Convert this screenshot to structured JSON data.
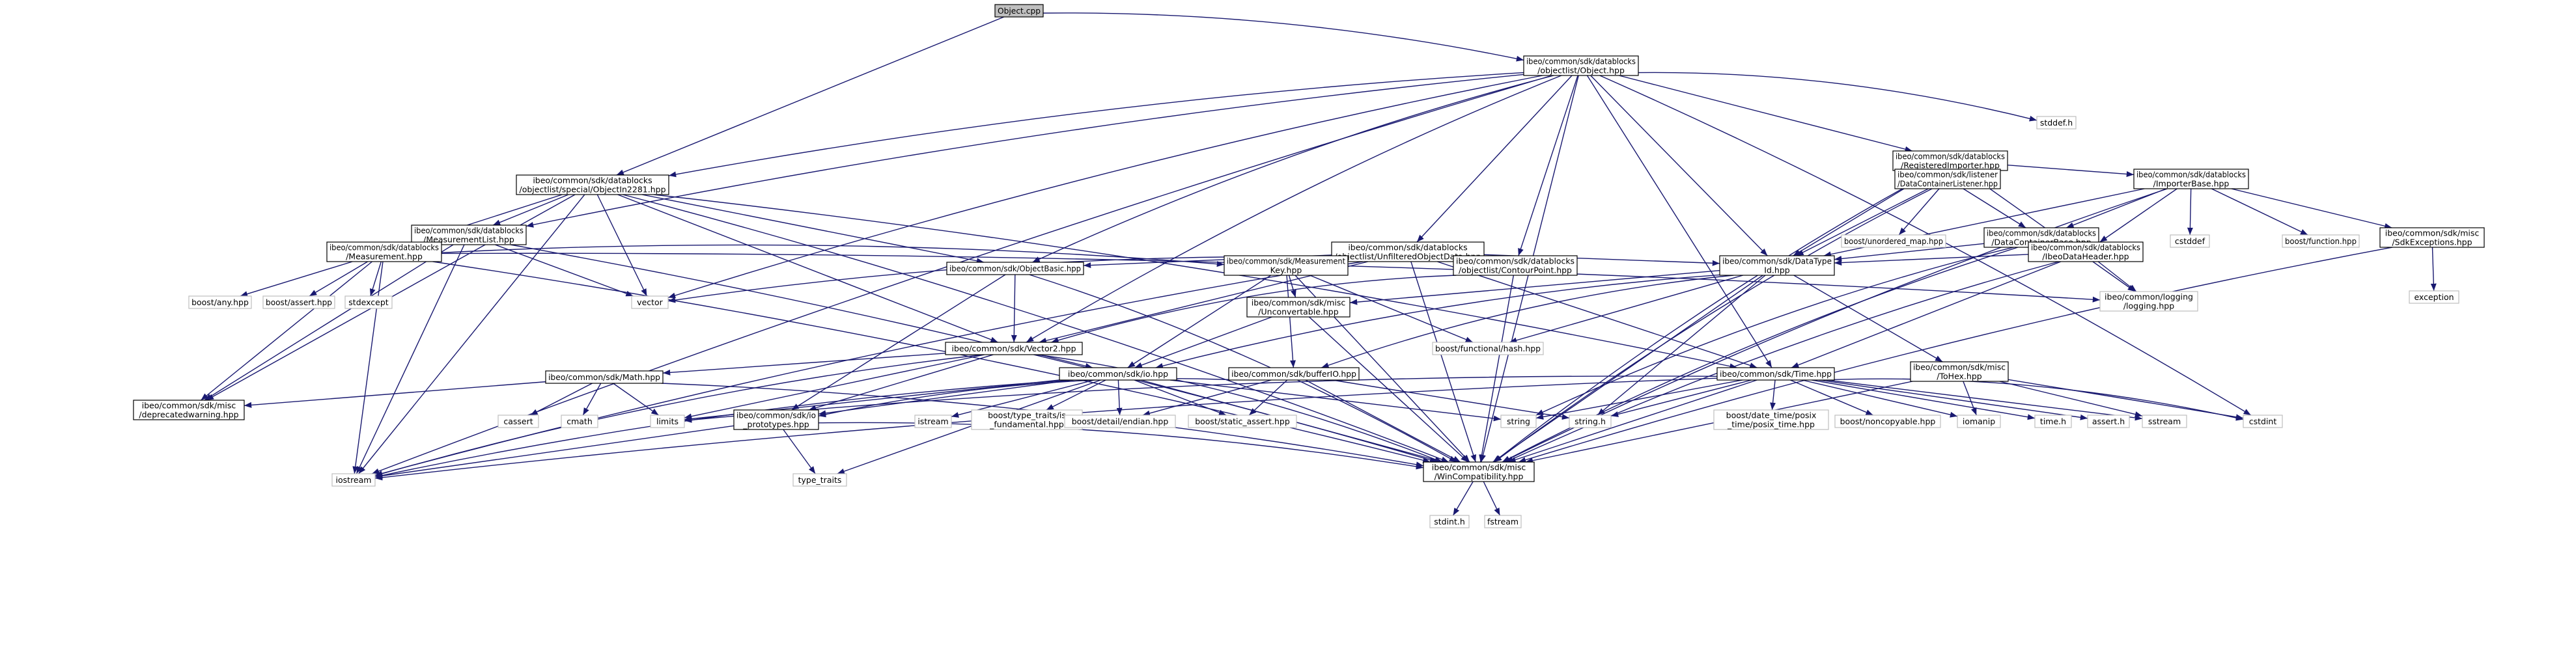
{
  "graph": {
    "colors": {
      "edge": "#191970",
      "main_fill": "#bfbfbf",
      "node_border": "#000000",
      "ext_border": "#bfbfbf",
      "background": "#ffffff"
    },
    "nodes": [
      {
        "id": "object_cpp",
        "lines": [
          "Object.cpp"
        ],
        "kind": "main"
      },
      {
        "id": "object_hpp",
        "lines": [
          "ibeo/common/sdk/datablocks",
          "/objectlist/Object.hpp"
        ],
        "kind": "normal"
      },
      {
        "id": "stddef_h",
        "lines": [
          "stddef.h"
        ],
        "kind": "ext"
      },
      {
        "id": "registered_importer",
        "lines": [
          "ibeo/common/sdk/datablocks",
          "/RegisteredImporter.hpp"
        ],
        "kind": "normal"
      },
      {
        "id": "objectin2281",
        "lines": [
          "ibeo/common/sdk/datablocks",
          "/objectlist/special/ObjectIn2281.hpp"
        ],
        "kind": "normal"
      },
      {
        "id": "dc_listener",
        "lines": [
          "ibeo/common/sdk/listener",
          "/DataContainerListener.hpp"
        ],
        "kind": "normal"
      },
      {
        "id": "importer_base",
        "lines": [
          "ibeo/common/sdk/datablocks",
          "/ImporterBase.hpp"
        ],
        "kind": "normal"
      },
      {
        "id": "measurement_list",
        "lines": [
          "ibeo/common/sdk/datablocks",
          "/MeasurementList.hpp"
        ],
        "kind": "normal"
      },
      {
        "id": "unordered_map",
        "lines": [
          "boost/unordered_map.hpp"
        ],
        "kind": "ext"
      },
      {
        "id": "dc_base",
        "lines": [
          "ibeo/common/sdk/datablocks",
          "/DataContainerBase.hpp"
        ],
        "kind": "normal"
      },
      {
        "id": "cstddef",
        "lines": [
          "cstddef"
        ],
        "kind": "ext"
      },
      {
        "id": "boost_function",
        "lines": [
          "boost/function.hpp"
        ],
        "kind": "ext"
      },
      {
        "id": "sdk_exceptions",
        "lines": [
          "ibeo/common/sdk/misc",
          "/SdkExceptions.hpp"
        ],
        "kind": "normal"
      },
      {
        "id": "measurement",
        "lines": [
          "ibeo/common/sdk/datablocks",
          "/Measurement.hpp"
        ],
        "kind": "normal"
      },
      {
        "id": "unfiltered_object_data",
        "lines": [
          "ibeo/common/sdk/datablocks",
          "/objectlist/UnfilteredObjectData.hpp"
        ],
        "kind": "normal"
      },
      {
        "id": "ibeo_data_header",
        "lines": [
          "ibeo/common/sdk/datablocks",
          "/IbeoDataHeader.hpp"
        ],
        "kind": "normal"
      },
      {
        "id": "exception",
        "lines": [
          "exception"
        ],
        "kind": "ext"
      },
      {
        "id": "vector",
        "lines": [
          "vector"
        ],
        "kind": "ext"
      },
      {
        "id": "contour_point",
        "lines": [
          "ibeo/common/sdk/datablocks",
          "/objectlist/ContourPoint.hpp"
        ],
        "kind": "normal"
      },
      {
        "id": "datatype_id",
        "lines": [
          "ibeo/common/sdk/DataType",
          "Id.hpp"
        ],
        "kind": "normal"
      },
      {
        "id": "logging",
        "lines": [
          "ibeo/common/logging",
          "/logging.hpp"
        ],
        "kind": "ext"
      },
      {
        "id": "boost_any",
        "lines": [
          "boost/any.hpp"
        ],
        "kind": "ext"
      },
      {
        "id": "boost_assert",
        "lines": [
          "boost/assert.hpp"
        ],
        "kind": "ext"
      },
      {
        "id": "stdexcept",
        "lines": [
          "stdexcept"
        ],
        "kind": "ext"
      },
      {
        "id": "object_basic",
        "lines": [
          "ibeo/common/sdk/ObjectBasic.hpp"
        ],
        "kind": "normal"
      },
      {
        "id": "measurement_key",
        "lines": [
          "ibeo/common/sdk/Measurement",
          "Key.hpp"
        ],
        "kind": "normal"
      },
      {
        "id": "vector2",
        "lines": [
          "ibeo/common/sdk/Vector2.hpp"
        ],
        "kind": "normal"
      },
      {
        "id": "unconvertable",
        "lines": [
          "ibeo/common/sdk/misc",
          "/Unconvertable.hpp"
        ],
        "kind": "normal"
      },
      {
        "id": "functional_hash",
        "lines": [
          "boost/functional/hash.hpp"
        ],
        "kind": "ext"
      },
      {
        "id": "math_hpp",
        "lines": [
          "ibeo/common/sdk/Math.hpp"
        ],
        "kind": "normal"
      },
      {
        "id": "io_hpp",
        "lines": [
          "ibeo/common/sdk/io.hpp"
        ],
        "kind": "normal"
      },
      {
        "id": "buffer_io",
        "lines": [
          "ibeo/common/sdk/bufferIO.hpp"
        ],
        "kind": "normal"
      },
      {
        "id": "time_hpp",
        "lines": [
          "ibeo/common/sdk/Time.hpp"
        ],
        "kind": "normal"
      },
      {
        "id": "tohex",
        "lines": [
          "ibeo/common/sdk/misc",
          "/ToHex.hpp"
        ],
        "kind": "normal"
      },
      {
        "id": "cstdint",
        "lines": [
          "cstdint"
        ],
        "kind": "ext"
      },
      {
        "id": "deprecated_warning",
        "lines": [
          "ibeo/common/sdk/misc",
          "/deprecatedwarning.hpp"
        ],
        "kind": "normal"
      },
      {
        "id": "cassert",
        "lines": [
          "cassert"
        ],
        "kind": "ext"
      },
      {
        "id": "cmath",
        "lines": [
          "cmath"
        ],
        "kind": "ext"
      },
      {
        "id": "limits",
        "lines": [
          "limits"
        ],
        "kind": "ext"
      },
      {
        "id": "io_prototypes",
        "lines": [
          "ibeo/common/sdk/io",
          "_prototypes.hpp"
        ],
        "kind": "normal"
      },
      {
        "id": "istream",
        "lines": [
          "istream"
        ],
        "kind": "ext"
      },
      {
        "id": "is_fundamental",
        "lines": [
          "boost/type_traits/is",
          "_fundamental.hpp"
        ],
        "kind": "ext"
      },
      {
        "id": "detail_endian",
        "lines": [
          "boost/detail/endian.hpp"
        ],
        "kind": "ext"
      },
      {
        "id": "static_assert",
        "lines": [
          "boost/static_assert.hpp"
        ],
        "kind": "ext"
      },
      {
        "id": "string",
        "lines": [
          "string"
        ],
        "kind": "ext"
      },
      {
        "id": "string_h",
        "lines": [
          "string.h"
        ],
        "kind": "ext"
      },
      {
        "id": "posix_time",
        "lines": [
          "boost/date_time/posix",
          "_time/posix_time.hpp"
        ],
        "kind": "ext"
      },
      {
        "id": "noncopyable",
        "lines": [
          "boost/noncopyable.hpp"
        ],
        "kind": "ext"
      },
      {
        "id": "iomanip",
        "lines": [
          "iomanip"
        ],
        "kind": "ext"
      },
      {
        "id": "time_h",
        "lines": [
          "time.h"
        ],
        "kind": "ext"
      },
      {
        "id": "assert_h",
        "lines": [
          "assert.h"
        ],
        "kind": "ext"
      },
      {
        "id": "sstream",
        "lines": [
          "sstream"
        ],
        "kind": "ext"
      },
      {
        "id": "iostream",
        "lines": [
          "iostream"
        ],
        "kind": "ext"
      },
      {
        "id": "type_traits",
        "lines": [
          "type_traits"
        ],
        "kind": "ext"
      },
      {
        "id": "win_compat",
        "lines": [
          "ibeo/common/sdk/misc",
          "/WinCompatibility.hpp"
        ],
        "kind": "normal"
      },
      {
        "id": "stdint_h",
        "lines": [
          "stdint.h"
        ],
        "kind": "ext"
      },
      {
        "id": "fstream",
        "lines": [
          "fstream"
        ],
        "kind": "ext"
      }
    ],
    "edges": [
      [
        "object_cpp",
        "object_hpp"
      ],
      [
        "object_cpp",
        "objectin2281"
      ],
      [
        "object_hpp",
        "stddef_h"
      ],
      [
        "object_hpp",
        "registered_importer"
      ],
      [
        "object_hpp",
        "objectin2281"
      ],
      [
        "object_hpp",
        "measurement_list"
      ],
      [
        "object_hpp",
        "unfiltered_object_data"
      ],
      [
        "object_hpp",
        "vector"
      ],
      [
        "object_hpp",
        "contour_point"
      ],
      [
        "object_hpp",
        "datatype_id"
      ],
      [
        "object_hpp",
        "object_basic"
      ],
      [
        "object_hpp",
        "vector2"
      ],
      [
        "object_hpp",
        "time_hpp"
      ],
      [
        "object_hpp",
        "cstdint"
      ],
      [
        "object_hpp",
        "iostream"
      ],
      [
        "object_hpp",
        "win_compat"
      ],
      [
        "registered_importer",
        "dc_listener"
      ],
      [
        "registered_importer",
        "importer_base"
      ],
      [
        "registered_importer",
        "datatype_id"
      ],
      [
        "registered_importer",
        "logging"
      ],
      [
        "registered_importer",
        "win_compat"
      ],
      [
        "objectin2281",
        "measurement_list"
      ],
      [
        "objectin2281",
        "measurement"
      ],
      [
        "objectin2281",
        "vector"
      ],
      [
        "objectin2281",
        "object_basic"
      ],
      [
        "objectin2281",
        "vector2"
      ],
      [
        "objectin2281",
        "time_hpp"
      ],
      [
        "objectin2281",
        "deprecated_warning"
      ],
      [
        "objectin2281",
        "iostream"
      ],
      [
        "objectin2281",
        "win_compat"
      ],
      [
        "dc_listener",
        "unordered_map"
      ],
      [
        "dc_listener",
        "dc_base"
      ],
      [
        "dc_listener",
        "datatype_id"
      ],
      [
        "dc_listener",
        "win_compat"
      ],
      [
        "importer_base",
        "dc_base"
      ],
      [
        "importer_base",
        "cstddef"
      ],
      [
        "importer_base",
        "boost_function"
      ],
      [
        "importer_base",
        "sdk_exceptions"
      ],
      [
        "importer_base",
        "ibeo_data_header"
      ],
      [
        "importer_base",
        "datatype_id"
      ],
      [
        "importer_base",
        "win_compat"
      ],
      [
        "measurement_list",
        "measurement"
      ],
      [
        "measurement_list",
        "vector"
      ],
      [
        "measurement_list",
        "iostream"
      ],
      [
        "measurement_list",
        "deprecated_warning"
      ],
      [
        "measurement_list",
        "win_compat"
      ],
      [
        "dc_base",
        "ibeo_data_header"
      ],
      [
        "dc_base",
        "datatype_id"
      ],
      [
        "dc_base",
        "string"
      ],
      [
        "dc_base",
        "win_compat"
      ],
      [
        "sdk_exceptions",
        "exception"
      ],
      [
        "sdk_exceptions",
        "win_compat"
      ],
      [
        "measurement",
        "measurement_key"
      ],
      [
        "measurement",
        "boost_any"
      ],
      [
        "measurement",
        "boost_assert"
      ],
      [
        "measurement",
        "stdexcept"
      ],
      [
        "measurement",
        "iostream"
      ],
      [
        "measurement",
        "deprecated_warning"
      ],
      [
        "measurement",
        "win_compat"
      ],
      [
        "measurement",
        "logging"
      ],
      [
        "unfiltered_object_data",
        "object_basic"
      ],
      [
        "unfiltered_object_data",
        "contour_point"
      ],
      [
        "unfiltered_object_data",
        "vector"
      ],
      [
        "unfiltered_object_data",
        "datatype_id"
      ],
      [
        "unfiltered_object_data",
        "vector2"
      ],
      [
        "unfiltered_object_data",
        "time_hpp"
      ],
      [
        "unfiltered_object_data",
        "win_compat"
      ],
      [
        "unfiltered_object_data",
        "iostream"
      ],
      [
        "ibeo_data_header",
        "datatype_id"
      ],
      [
        "ibeo_data_header",
        "logging"
      ],
      [
        "ibeo_data_header",
        "time_hpp"
      ],
      [
        "ibeo_data_header",
        "win_compat"
      ],
      [
        "contour_point",
        "vector2"
      ],
      [
        "contour_point",
        "win_compat"
      ],
      [
        "datatype_id",
        "unconvertable"
      ],
      [
        "datatype_id",
        "functional_hash"
      ],
      [
        "datatype_id",
        "io_hpp"
      ],
      [
        "datatype_id",
        "buffer_io"
      ],
      [
        "datatype_id",
        "tohex"
      ],
      [
        "datatype_id",
        "string_h"
      ],
      [
        "datatype_id",
        "win_compat"
      ],
      [
        "object_basic",
        "vector2"
      ],
      [
        "object_basic",
        "io_prototypes"
      ],
      [
        "object_basic",
        "win_compat"
      ],
      [
        "measurement_key",
        "unconvertable"
      ],
      [
        "measurement_key",
        "functional_hash"
      ],
      [
        "measurement_key",
        "io_hpp"
      ],
      [
        "measurement_key",
        "buffer_io"
      ],
      [
        "measurement_key",
        "win_compat"
      ],
      [
        "vector2",
        "math_hpp"
      ],
      [
        "vector2",
        "io_hpp"
      ],
      [
        "vector2",
        "io_prototypes"
      ],
      [
        "vector2",
        "limits"
      ],
      [
        "vector2",
        "iostream"
      ],
      [
        "vector2",
        "win_compat"
      ],
      [
        "unconvertable",
        "io_hpp"
      ],
      [
        "unconvertable",
        "win_compat"
      ],
      [
        "math_hpp",
        "deprecated_warning"
      ],
      [
        "math_hpp",
        "cassert"
      ],
      [
        "math_hpp",
        "cmath"
      ],
      [
        "math_hpp",
        "limits"
      ],
      [
        "math_hpp",
        "win_compat"
      ],
      [
        "io_hpp",
        "io_prototypes"
      ],
      [
        "io_hpp",
        "istream"
      ],
      [
        "io_hpp",
        "is_fundamental"
      ],
      [
        "io_hpp",
        "detail_endian"
      ],
      [
        "io_hpp",
        "static_assert"
      ],
      [
        "io_hpp",
        "string"
      ],
      [
        "io_hpp",
        "limits"
      ],
      [
        "io_hpp",
        "iostream"
      ],
      [
        "io_hpp",
        "type_traits"
      ],
      [
        "io_hpp",
        "win_compat"
      ],
      [
        "buffer_io",
        "io_prototypes"
      ],
      [
        "buffer_io",
        "detail_endian"
      ],
      [
        "buffer_io",
        "static_assert"
      ],
      [
        "buffer_io",
        "string_h"
      ],
      [
        "buffer_io",
        "win_compat"
      ],
      [
        "time_hpp",
        "limits"
      ],
      [
        "time_hpp",
        "string"
      ],
      [
        "time_hpp",
        "string_h"
      ],
      [
        "time_hpp",
        "posix_time"
      ],
      [
        "time_hpp",
        "noncopyable"
      ],
      [
        "time_hpp",
        "iomanip"
      ],
      [
        "time_hpp",
        "time_h"
      ],
      [
        "time_hpp",
        "assert_h"
      ],
      [
        "time_hpp",
        "sstream"
      ],
      [
        "time_hpp",
        "cstdint"
      ],
      [
        "time_hpp",
        "win_compat"
      ],
      [
        "time_hpp",
        "iostream"
      ],
      [
        "tohex",
        "iomanip"
      ],
      [
        "tohex",
        "sstream"
      ],
      [
        "tohex",
        "cstdint"
      ],
      [
        "tohex",
        "win_compat"
      ],
      [
        "io_prototypes",
        "iostream"
      ],
      [
        "io_prototypes",
        "type_traits"
      ],
      [
        "io_prototypes",
        "win_compat"
      ],
      [
        "win_compat",
        "stdint_h"
      ],
      [
        "win_compat",
        "fstream"
      ]
    ]
  }
}
